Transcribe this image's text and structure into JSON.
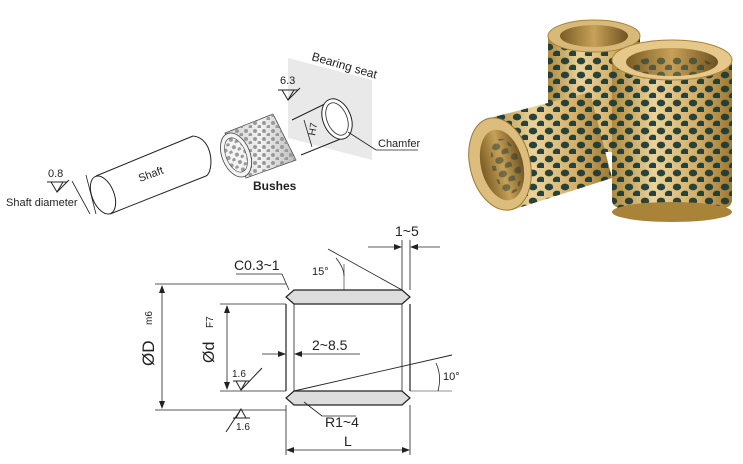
{
  "assembly": {
    "shaft_label": "Shaft",
    "shaft_roughness": "0.8",
    "shaft_diameter_label": "Shaft diameter",
    "bushes_label": "Bushes",
    "bearing_seat_label": "Bearing seat",
    "seat_roughness": "6.3",
    "seat_tolerance": "H7",
    "chamfer_label": "Chamfer"
  },
  "drawing": {
    "chamfer_spec": "C0.3~1",
    "chamfer_angle": "15°",
    "outer_dia_symbol": "ØD",
    "outer_dia_tol": "m6",
    "inner_dia_symbol": "Ød",
    "inner_dia_tol": "F7",
    "wall_dim": "2~8.5",
    "inner_roughness": "1.6",
    "outer_roughness": "1.6",
    "end_dim": "1~5",
    "groove_angle": "10°",
    "radius_spec": "R1~4",
    "length_label": "L"
  },
  "colors": {
    "bronze_light": "#e6c98a",
    "bronze_dark": "#a88338",
    "graphite_plug": "#1f3b36",
    "line": "#222222"
  },
  "photo": {
    "description_icon": "graphite-plugged-bronze-bushings-photo"
  }
}
